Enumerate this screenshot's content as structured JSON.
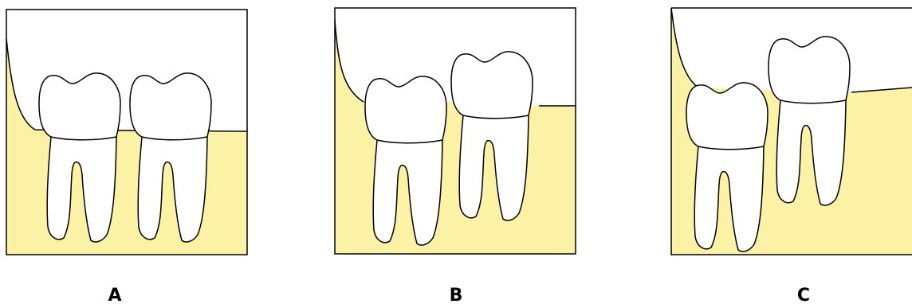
{
  "panels": [
    {
      "label": "A"
    },
    {
      "label": "B"
    },
    {
      "label": "C"
    }
  ],
  "colors": {
    "bone": "#fbf2a6",
    "outline": "#000000",
    "tooth": "#ffffff",
    "background": "#ffffff"
  }
}
